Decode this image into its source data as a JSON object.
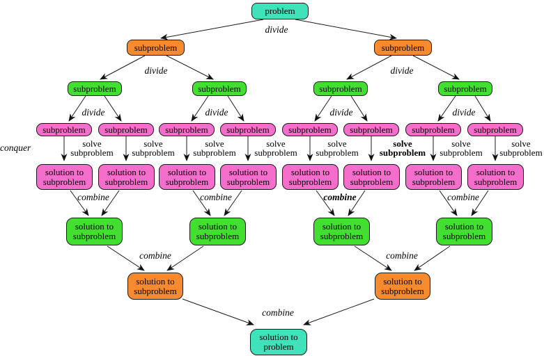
{
  "diagram": {
    "type": "divide-and-conquer tree",
    "node_labels": {
      "problem": "problem",
      "subproblem": "subproblem",
      "solution_to_subproblem": "solution to subproblem",
      "solution_to_problem": "solution to problem"
    },
    "edge_labels": {
      "divide": "divide",
      "conquer": "conquer",
      "solve_subproblem": "solve subproblem",
      "combine": "combine"
    },
    "colors": {
      "problem_fill": "#40E2B9",
      "level2_fill": "#F68A2E",
      "level3_fill": "#43DF30",
      "level4_fill": "#F56ECB",
      "border": "#1a1a1a",
      "edge": "#1a1a1a",
      "background": "#ffffff"
    },
    "structure": {
      "levels": [
        {
          "row": 1,
          "label": "problem",
          "count": 1,
          "color": "cyan"
        },
        {
          "row": 2,
          "label": "subproblem",
          "count": 2,
          "color": "orange"
        },
        {
          "row": 3,
          "label": "subproblem",
          "count": 4,
          "color": "green"
        },
        {
          "row": 4,
          "label": "subproblem",
          "count": 8,
          "color": "pink"
        },
        {
          "row": 5,
          "label": "solution to subproblem",
          "count": 8,
          "color": "pink"
        },
        {
          "row": 6,
          "label": "solution to subproblem",
          "count": 4,
          "color": "green"
        },
        {
          "row": 7,
          "label": "solution to subproblem",
          "count": 2,
          "color": "orange"
        },
        {
          "row": 8,
          "label": "solution to problem",
          "count": 1,
          "color": "cyan"
        }
      ]
    }
  }
}
